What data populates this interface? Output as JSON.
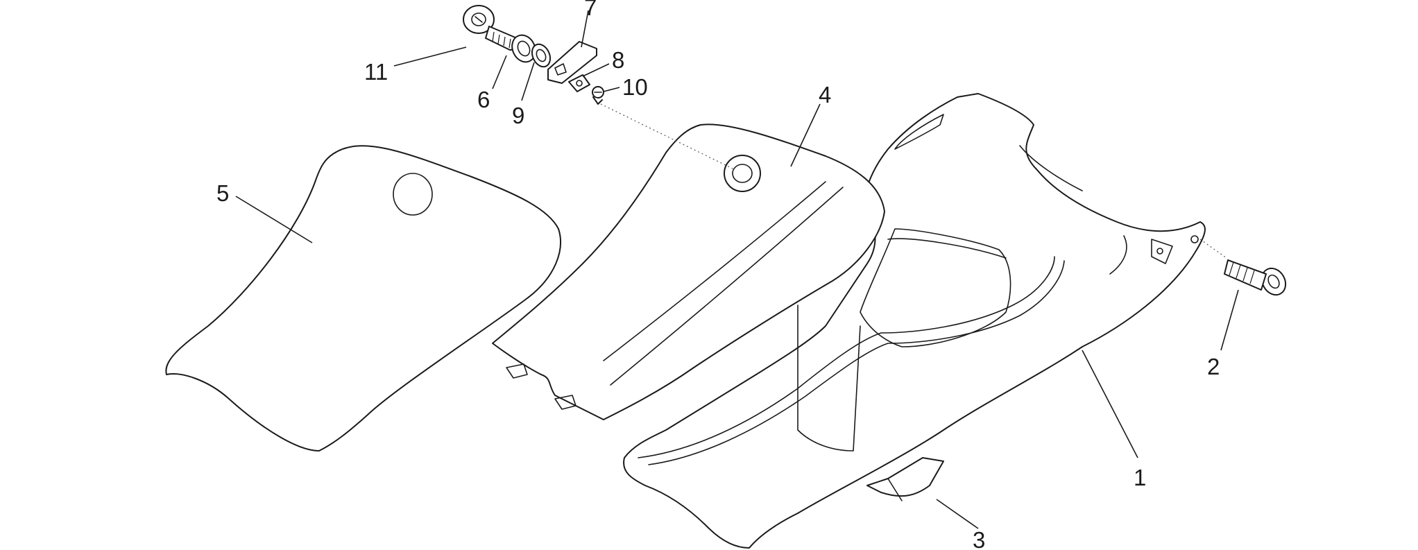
{
  "diagram": {
    "type": "exploded-parts-view",
    "line_color": "#1a1a1a",
    "background": "#ffffff",
    "callouts": {
      "c1": "1",
      "c2": "2",
      "c3": "3",
      "c4": "4",
      "c5": "5",
      "c6": "6",
      "c7": "7",
      "c8": "8",
      "c9": "9",
      "c10": "10",
      "c11": "11"
    }
  }
}
